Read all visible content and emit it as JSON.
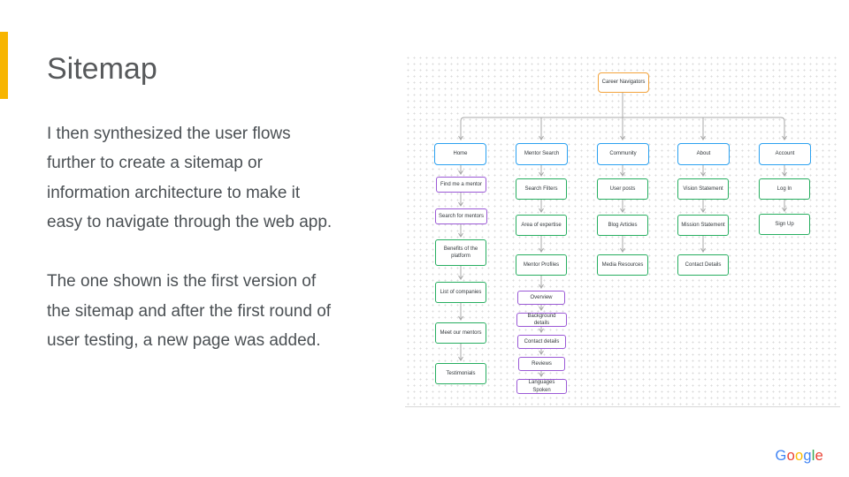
{
  "slide": {
    "title": "Sitemap",
    "paragraphs": [
      {
        "lines": [
          "I then synthesized the user flows",
          "further to create a sitemap or",
          "information architecture to make it",
          "easy to navigate through the web app."
        ]
      },
      {
        "lines": [
          "The one shown is the first version of",
          "the sitemap and after the first round of",
          "user testing, a new page was added."
        ]
      }
    ]
  },
  "palette": {
    "accent_bar": "#F7B500",
    "root_border": "#F2A33C",
    "level1_border": "#2BA1F0",
    "green_border": "#27AE60",
    "purple_border": "#9B59D6",
    "connector": "#A8A8A8",
    "title_text": "#57595B",
    "body_text": "#4B5054",
    "google_blue": "#4285F4",
    "google_red": "#EA4335",
    "google_yellow": "#FBBC05",
    "google_green": "#34A853"
  },
  "diagram": {
    "root": {
      "label": "Career Navigators",
      "type": "orange"
    },
    "columns": [
      {
        "label": "Home",
        "type": "blue",
        "children": [
          {
            "label": "Find me a mentor",
            "type": "purple"
          },
          {
            "label": "Search for mentors",
            "type": "purple"
          },
          {
            "label": "Benefits of the platform",
            "type": "green"
          },
          {
            "label": "List of companies",
            "type": "green"
          },
          {
            "label": "Meet our mentors",
            "type": "green"
          },
          {
            "label": "Testimonials",
            "type": "green"
          }
        ]
      },
      {
        "label": "Mentor Search",
        "type": "blue",
        "children": [
          {
            "label": "Search Filters",
            "type": "green"
          },
          {
            "label": "Area of expertise",
            "type": "green"
          },
          {
            "label": "Mentor Profiles",
            "type": "green"
          },
          {
            "label": "Overview",
            "type": "purple"
          },
          {
            "label": "Background details",
            "type": "purple"
          },
          {
            "label": "Contact details",
            "type": "purple"
          },
          {
            "label": "Reviews",
            "type": "purple"
          },
          {
            "label": "Languages Spoken",
            "type": "purple"
          }
        ]
      },
      {
        "label": "Community",
        "type": "blue",
        "children": [
          {
            "label": "User posts",
            "type": "green"
          },
          {
            "label": "Blog Articles",
            "type": "green"
          },
          {
            "label": "Media Resources",
            "type": "green"
          }
        ]
      },
      {
        "label": "About",
        "type": "blue",
        "children": [
          {
            "label": "Vision Statement",
            "type": "green"
          },
          {
            "label": "Mission Statement",
            "type": "green"
          },
          {
            "label": "Contact Details",
            "type": "green"
          }
        ]
      },
      {
        "label": "Account",
        "type": "blue",
        "children": [
          {
            "label": "Log In",
            "type": "green"
          },
          {
            "label": "Sign Up",
            "type": "green"
          }
        ]
      }
    ]
  },
  "footer": {
    "logo_letters": [
      "G",
      "o",
      "o",
      "g",
      "l",
      "e"
    ]
  }
}
